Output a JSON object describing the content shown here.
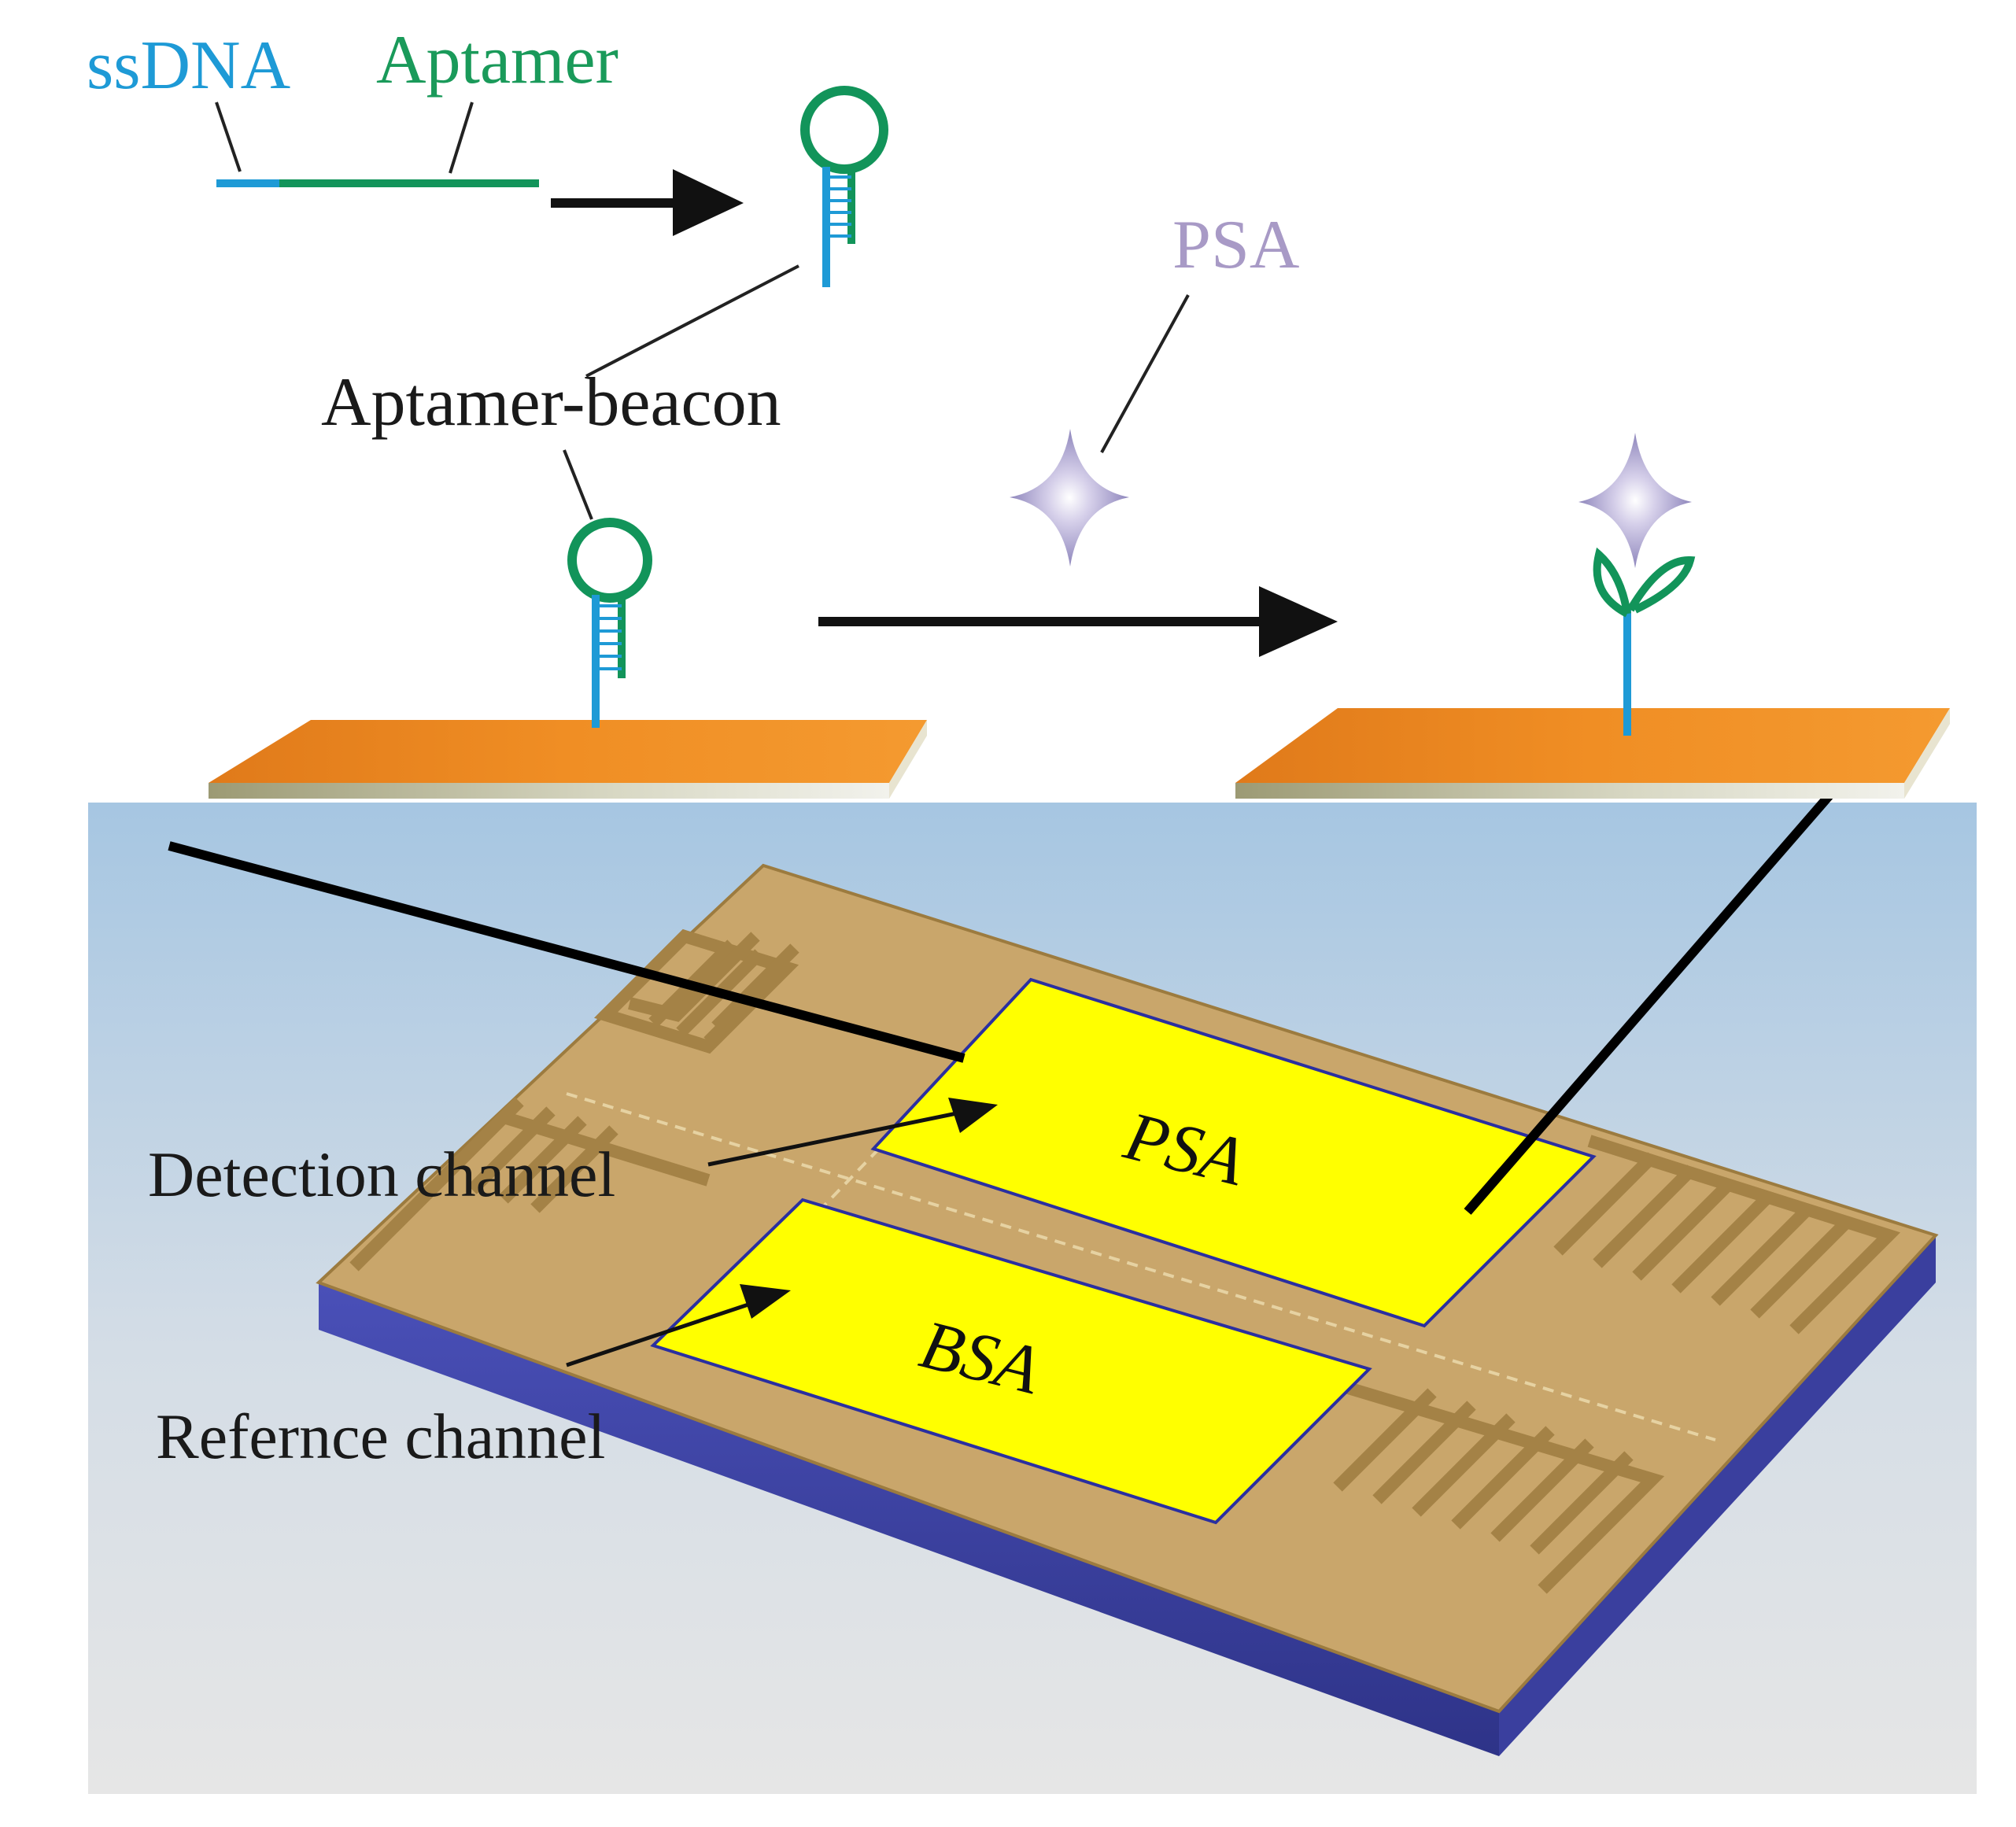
{
  "labels": {
    "ssdna": "ssDNA",
    "aptamer": "Aptamer",
    "aptamer_beacon": "Aptamer-beacon",
    "psa_top": "PSA",
    "psa_channel": "PSA",
    "bsa_channel": "BSA",
    "detection_channel": "Detection channel",
    "reference_channel": "Refernce channel"
  },
  "colors": {
    "ssdna_label": "#1E9AD6",
    "aptamer_label": "#1A9A5A",
    "psa_label": "#A89AC6",
    "aptamer_strand": "#12945A",
    "ssdna_strand": "#1E9AD6",
    "gold_layer": "#F08A1E",
    "channel_yellow": "#FFFF00",
    "chip_surface": "#C9A66B",
    "chip_base": "#3A3F9E",
    "background_top": "#A9C8E2",
    "background_bottom": "#E6E6E6"
  }
}
